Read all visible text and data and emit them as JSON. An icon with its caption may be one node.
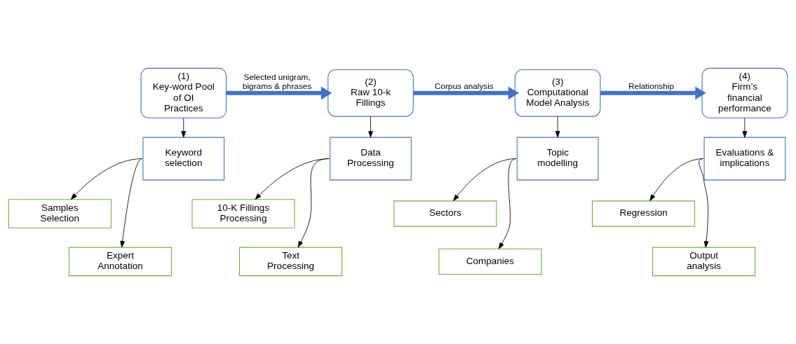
{
  "diagram": {
    "nodes": [
      {
        "text": [
          "(1)",
          "Key-word Pool of OI Practices"
        ]
      },
      {
        "text": [
          "(2)",
          "Raw 10-k Fillings"
        ]
      },
      {
        "text": [
          "(3)",
          "Computational Model Analysis"
        ]
      },
      {
        "text": [
          "(4)",
          "Firm’s financial performance"
        ]
      },
      {
        "text": [
          "Keyword selection"
        ]
      },
      {
        "text": [
          "Samples Selection"
        ]
      },
      {
        "text": [
          "Expert Annotation"
        ]
      },
      {
        "text": [
          "Data Processing"
        ]
      },
      {
        "text": [
          "10-K Fillings Processing"
        ]
      },
      {
        "text": [
          "Text Processing"
        ]
      },
      {
        "text": [
          "Topic modelling"
        ]
      },
      {
        "text": [
          "Sectors"
        ]
      },
      {
        "text": [
          "Companies"
        ]
      },
      {
        "text": [
          "Evaluations & implications"
        ]
      },
      {
        "text": [
          "Regression"
        ]
      },
      {
        "text": [
          "Output analysis"
        ]
      }
    ],
    "edges": [
      {
        "from": 0,
        "to": 1,
        "arrow": "to",
        "label": "Selected unigram, bigrams & phrases",
        "style": "thick",
        "color": "#4472c4"
      },
      {
        "from": 1,
        "to": 2,
        "arrow": "to",
        "label": "Corpus analysis",
        "style": "thick",
        "color": "#4472c4"
      },
      {
        "from": 2,
        "to": 3,
        "arrow": "to",
        "label": "Relationship",
        "style": "thick",
        "color": "#4472c4"
      },
      {
        "from": 0,
        "to": 4,
        "arrow": "to"
      },
      {
        "from": 1,
        "to": 7,
        "arrow": "to"
      },
      {
        "from": 2,
        "to": 10,
        "arrow": "to"
      },
      {
        "from": 3,
        "to": 13,
        "arrow": "to"
      },
      {
        "from": 4,
        "to": 5,
        "arrow": "to"
      },
      {
        "from": 4,
        "to": 6,
        "arrow": "to"
      },
      {
        "from": 7,
        "to": 8,
        "arrow": "to"
      },
      {
        "from": 7,
        "to": 9,
        "arrow": "to"
      },
      {
        "from": 10,
        "to": 11,
        "arrow": "to"
      },
      {
        "from": 10,
        "to": 12,
        "arrow": "to"
      },
      {
        "from": 13,
        "to": 14,
        "arrow": "to"
      },
      {
        "from": 13,
        "to": 15,
        "arrow": "to"
      }
    ]
  }
}
